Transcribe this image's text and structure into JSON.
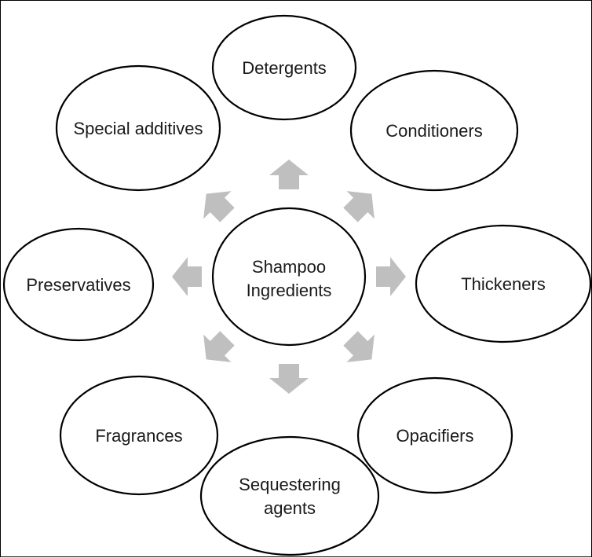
{
  "diagram": {
    "colors": {
      "arrow": "#bfbfbf",
      "stroke": "#000000",
      "text": "#1a1a1a",
      "background": "#ffffff"
    },
    "center": {
      "lines": [
        "Shampoo",
        "Ingredients"
      ]
    },
    "nodes": [
      {
        "id": "detergents",
        "lines": [
          "Detergents"
        ]
      },
      {
        "id": "conditioners",
        "lines": [
          "Conditioners"
        ]
      },
      {
        "id": "thickeners",
        "lines": [
          "Thickeners"
        ]
      },
      {
        "id": "opacifiers",
        "lines": [
          "Opacifiers"
        ]
      },
      {
        "id": "sequestering-agents",
        "lines": [
          "Sequestering",
          "agents"
        ]
      },
      {
        "id": "fragrances",
        "lines": [
          "Fragrances"
        ]
      },
      {
        "id": "preservatives",
        "lines": [
          "Preservatives"
        ]
      },
      {
        "id": "special-additives",
        "lines": [
          "Special additives"
        ]
      }
    ]
  }
}
